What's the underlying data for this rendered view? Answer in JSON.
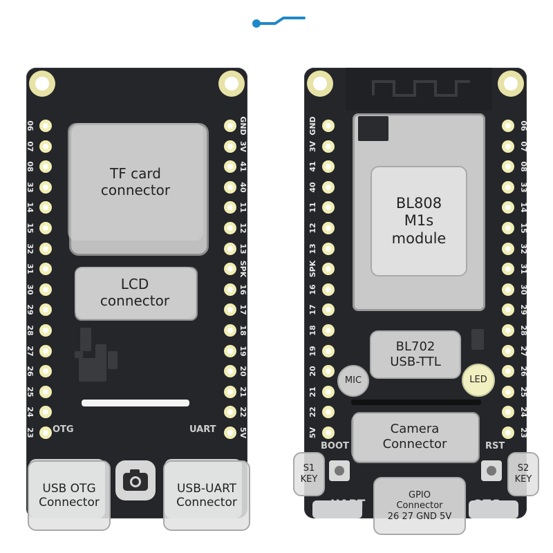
{
  "left_board": {
    "left_pins": [
      "06",
      "07",
      "08",
      "33",
      "14",
      "15",
      "32",
      "31",
      "30",
      "29",
      "28",
      "27",
      "26",
      "25",
      "24",
      "23"
    ],
    "right_pins": [
      "GND",
      "3V",
      "41",
      "40",
      "11",
      "12",
      "13",
      "SPK",
      "16",
      "17",
      "18",
      "19",
      "20",
      "21",
      "22",
      "5V"
    ],
    "silk": {
      "otg": "OTG",
      "uart": "UART"
    },
    "callouts": {
      "tf": "TF card\nconnector",
      "lcd": "LCD\nconnector",
      "usb_otg": "USB OTG\nConnector",
      "usb_uart": "USB-UART\nConnector"
    }
  },
  "right_board": {
    "left_pins": [
      "GND",
      "3V",
      "41",
      "40",
      "11",
      "12",
      "13",
      "SPK",
      "16",
      "17",
      "18",
      "19",
      "20",
      "21",
      "22",
      "5V"
    ],
    "right_pins": [
      "06",
      "07",
      "08",
      "33",
      "14",
      "15",
      "32",
      "31",
      "30",
      "29",
      "28",
      "27",
      "26",
      "25",
      "24",
      "23"
    ],
    "silk": {
      "boot": "BOOT",
      "rst": "RST",
      "uart": "UART",
      "otg": "OTG"
    },
    "callouts": {
      "module": "BL808\nM1s\nmodule",
      "bl702": "BL702\nUSB-TTL",
      "mic": "MIC",
      "led": "LED",
      "camera": "Camera\nConnector",
      "s1": "S1\nKEY",
      "s2": "S2\nKEY",
      "gpio": "GPIO\nConnector\n26 27 GND 5V"
    }
  },
  "colors": {
    "board": "#25262a",
    "pad": "#f1eeb4",
    "callout": "#e2e2e2",
    "logo": "#1e88c9"
  },
  "icons": {
    "logo": "wave-logo-icon",
    "camera": "camera-icon"
  }
}
